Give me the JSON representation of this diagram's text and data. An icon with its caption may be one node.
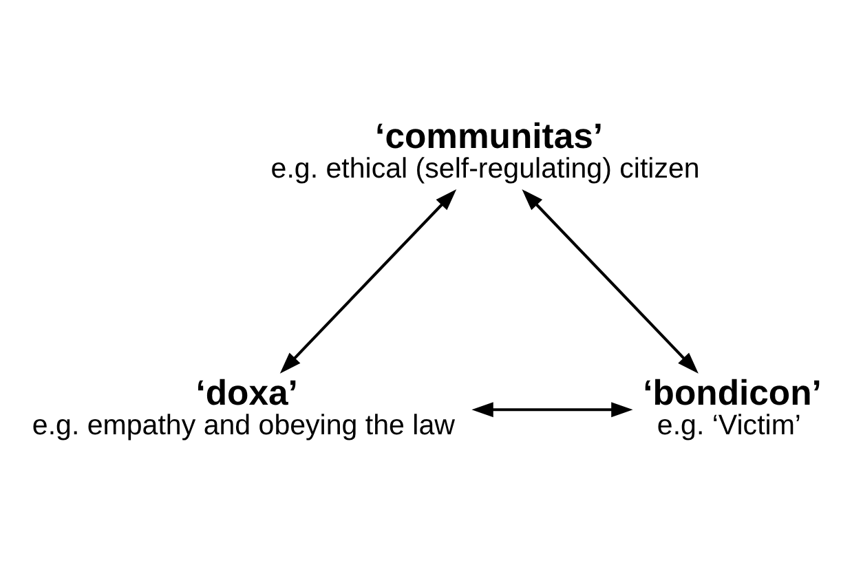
{
  "diagram": {
    "nodes": [
      {
        "text": [
          "‘communitas’",
          "e.g. ethical (self-regulating) citizen"
        ]
      },
      {
        "text": [
          "‘doxa’",
          "e.g. empathy and obeying the law"
        ]
      },
      {
        "text": [
          "‘bondicon’",
          "e.g. ‘Victim’"
        ]
      }
    ],
    "edges": [
      {
        "from": 1,
        "to": 0,
        "arrow": "both"
      },
      {
        "from": 2,
        "to": 0,
        "arrow": "both"
      },
      {
        "from": 1,
        "to": 2,
        "arrow": "both"
      }
    ]
  }
}
